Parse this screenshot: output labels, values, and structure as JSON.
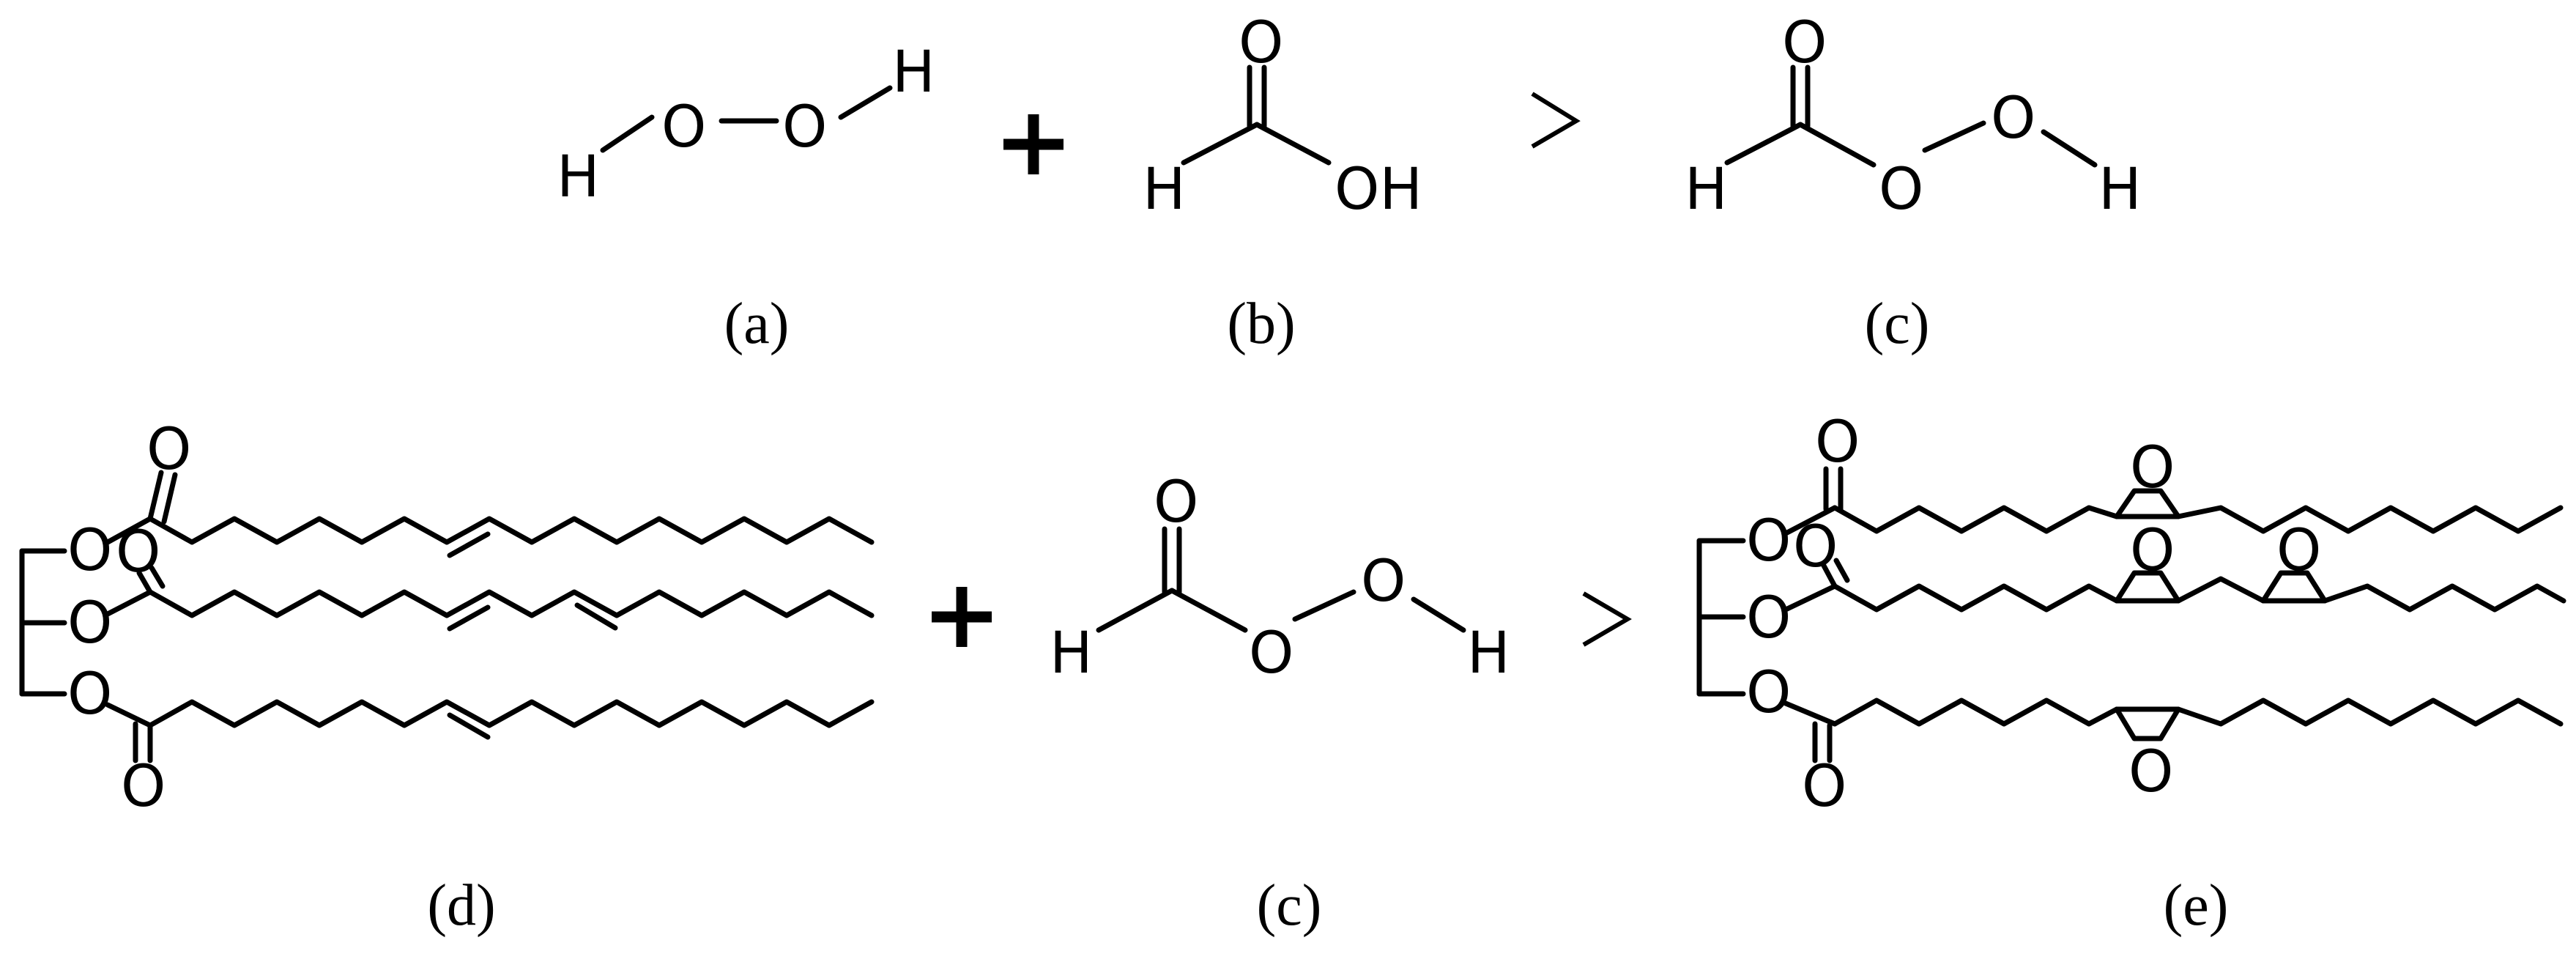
{
  "reaction_1": {
    "reactant_a": {
      "caption": "(a)",
      "atoms": {
        "h_left": "H",
        "o_left": "O",
        "o_right": "O",
        "h_right": "H"
      }
    },
    "reactant_b": {
      "caption": "(b)",
      "atoms": {
        "o_carbonyl": "O",
        "h": "H",
        "oh": "OH"
      }
    },
    "product_c": {
      "caption": "(c)",
      "atoms": {
        "o_carbonyl": "O",
        "h": "H",
        "o_ester": "O",
        "o_peroxy": "O",
        "h_end": "H"
      }
    }
  },
  "reaction_2": {
    "reactant_d": {
      "caption": "(d)",
      "atoms": {
        "o_carbonyl_top": "O",
        "o_ester_top": "O",
        "o_carbonyl_mid": "O",
        "o_ester_mid": "O",
        "o_ester_bottom": "O",
        "o_carbonyl_bottom": "O"
      }
    },
    "reactant_c": {
      "caption": "(c)",
      "atoms": {
        "o_carbonyl": "O",
        "h": "H",
        "o_ester": "O",
        "o_peroxy": "O",
        "h_end": "H"
      }
    },
    "product_e": {
      "caption": "(e)",
      "atoms": {
        "o_carbonyl_top": "O",
        "o_ester_top": "O",
        "o_epoxide_top": "O",
        "o_carbonyl_mid": "O",
        "o_ester_mid": "O",
        "o_epoxide_mid_1": "O",
        "o_epoxide_mid_2": "O",
        "o_ester_bottom": "O",
        "o_carbonyl_bottom": "O",
        "o_epoxide_bottom": "O"
      }
    }
  }
}
